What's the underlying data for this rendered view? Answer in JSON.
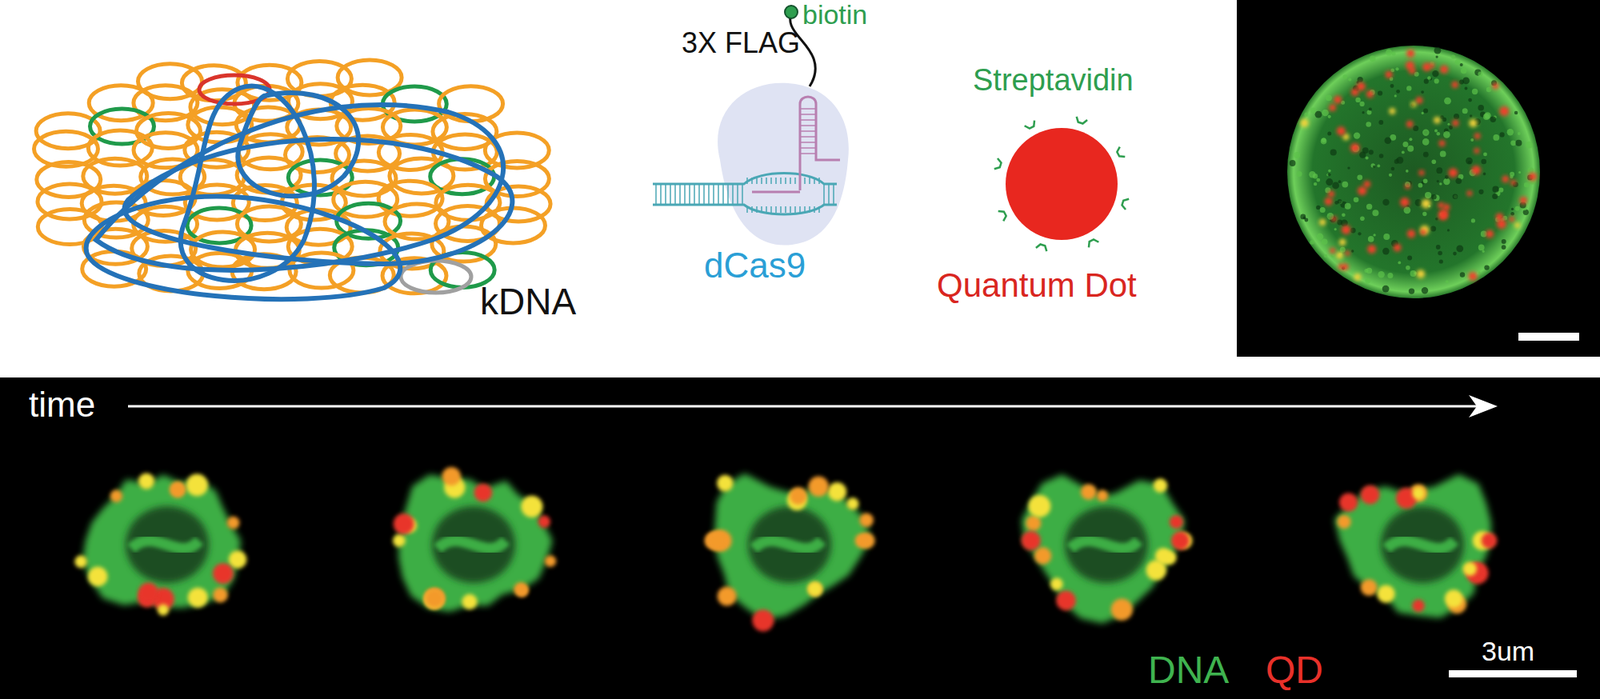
{
  "diagram": {
    "labels": [
      "biotin",
      "3X FLAG",
      "Streptavidin",
      "dCas9",
      "kDNA",
      "Quantum Dot",
      "time",
      "DNA",
      "QD",
      "3um"
    ]
  }
}
